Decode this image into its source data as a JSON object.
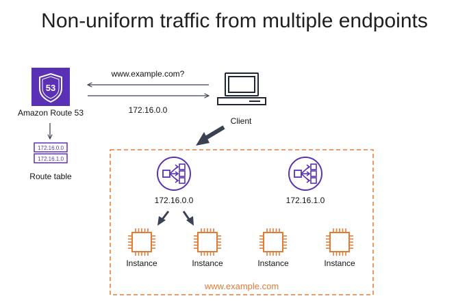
{
  "title": "Non-uniform traffic from multiple endpoints",
  "route53": {
    "label": "Amazon Route 53",
    "badge_text": "53",
    "icon": "route53-shield-icon",
    "color": "#5a30b5"
  },
  "route_table": {
    "label": "Route table",
    "entries": [
      "172.16.0.0",
      "172.16.1.0"
    ],
    "color": "#5a30b5"
  },
  "query": {
    "request_text": "www.example.com?",
    "response_text": "172.16.0.0"
  },
  "client": {
    "label": "Client",
    "icon": "desktop-computer-icon"
  },
  "region": {
    "label": "www.example.com",
    "border_color": "#e07b39"
  },
  "endpoints": [
    {
      "ip": "172.16.0.0",
      "icon": "load-balancer-icon"
    },
    {
      "ip": "172.16.1.0",
      "icon": "load-balancer-icon"
    }
  ],
  "instances": [
    {
      "label": "Instance",
      "icon": "ec2-chip-icon"
    },
    {
      "label": "Instance",
      "icon": "ec2-chip-icon"
    },
    {
      "label": "Instance",
      "icon": "ec2-chip-icon"
    },
    {
      "label": "Instance",
      "icon": "ec2-chip-icon"
    }
  ],
  "colors": {
    "purple": "#5a30b5",
    "orange": "#e07b39",
    "arrow": "#3a4252"
  }
}
